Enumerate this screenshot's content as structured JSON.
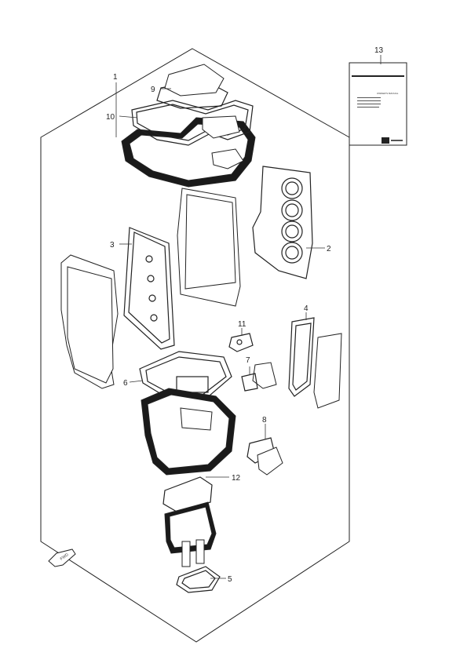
{
  "callouts": {
    "c1": "1",
    "c2": "2",
    "c3": "3",
    "c4": "4",
    "c5": "5",
    "c6": "6",
    "c7": "7",
    "c8": "8",
    "c9": "9",
    "c10": "10",
    "c11": "11",
    "c12": "12",
    "c13": "13"
  },
  "fwd_label": "FWD",
  "manual": {
    "title": "OWNER'S MANUAL"
  }
}
